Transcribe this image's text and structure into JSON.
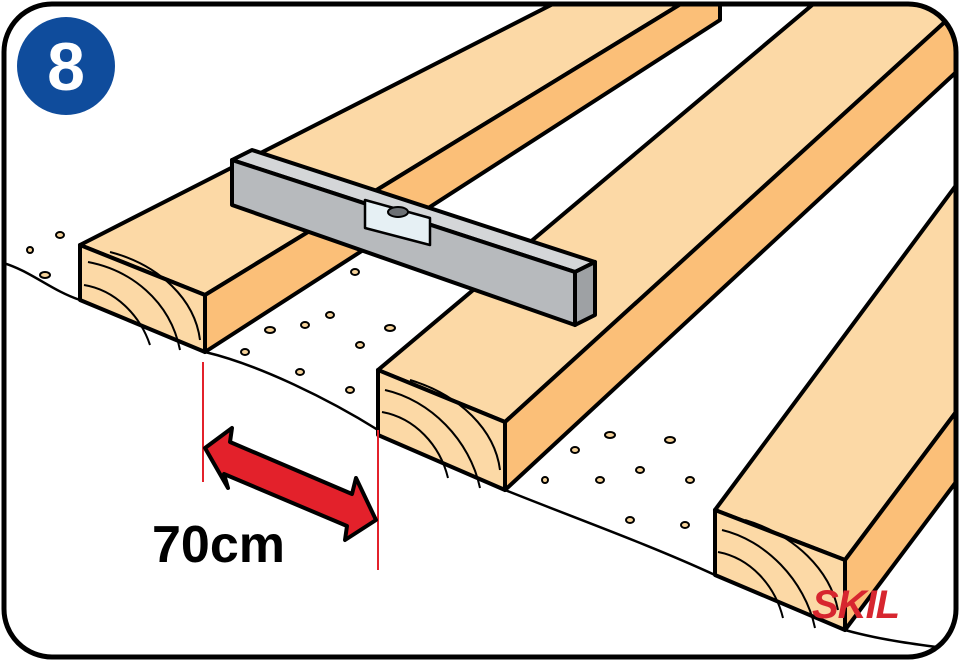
{
  "step": {
    "number": "8",
    "badge_color": "#0f4c9c"
  },
  "measurement": {
    "label": "70cm",
    "arrow_color": "#e3212b",
    "line_color": "#e3212b"
  },
  "brand": {
    "logo_text": "SKIL",
    "color": "#d7262f"
  },
  "colors": {
    "wood_top": "#fcd9a6",
    "wood_side": "#fbbf78",
    "level": "#b7babd"
  }
}
